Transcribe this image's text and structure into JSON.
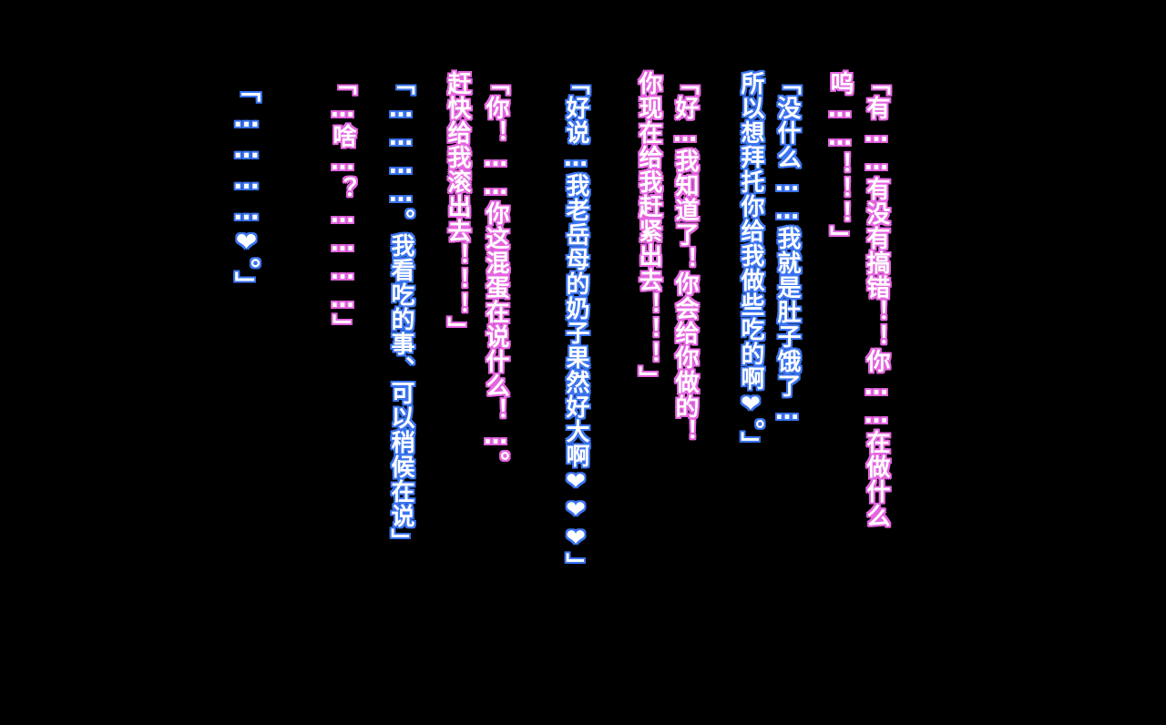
{
  "colors": {
    "background": "#000000",
    "pink_outline": "#e565e0",
    "blue_outline": "#3b74f0",
    "text_fill": "#ffffff"
  },
  "dialogue": [
    {
      "id": "line-1",
      "speaker_color": "pink",
      "text": "「有……有没有搞错！！你……在做什么"
    },
    {
      "id": "line-2",
      "speaker_color": "pink",
      "text": "呜……！！！」"
    },
    {
      "id": "line-3",
      "speaker_color": "blue",
      "text": "「没什么……我就是肚子饿了…"
    },
    {
      "id": "line-4",
      "speaker_color": "blue",
      "text": "所以想拜托你给我做些吃的啊❤。」"
    },
    {
      "id": "line-5",
      "speaker_color": "pink",
      "text": "「好…我知道了！你会给你做的！"
    },
    {
      "id": "line-6",
      "speaker_color": "pink",
      "text": "你现在给我赶紧出去！！！」"
    },
    {
      "id": "line-7",
      "speaker_color": "blue",
      "text": "「好说…我老岳母的奶子果然好大啊❤❤❤」"
    },
    {
      "id": "line-8",
      "speaker_color": "pink",
      "text": "「你！……你这混蛋在说什么！…。"
    },
    {
      "id": "line-9",
      "speaker_color": "pink",
      "text": "赶快给我滚出去！！！」"
    },
    {
      "id": "line-10",
      "speaker_color": "blue",
      "text": "「…………。我看吃的事、可以稍候在说」"
    },
    {
      "id": "line-11",
      "speaker_color": "pink",
      "text": "「…啥…？…………」"
    },
    {
      "id": "line-12",
      "speaker_color": "blue",
      "text": "「…………❤。」"
    }
  ]
}
